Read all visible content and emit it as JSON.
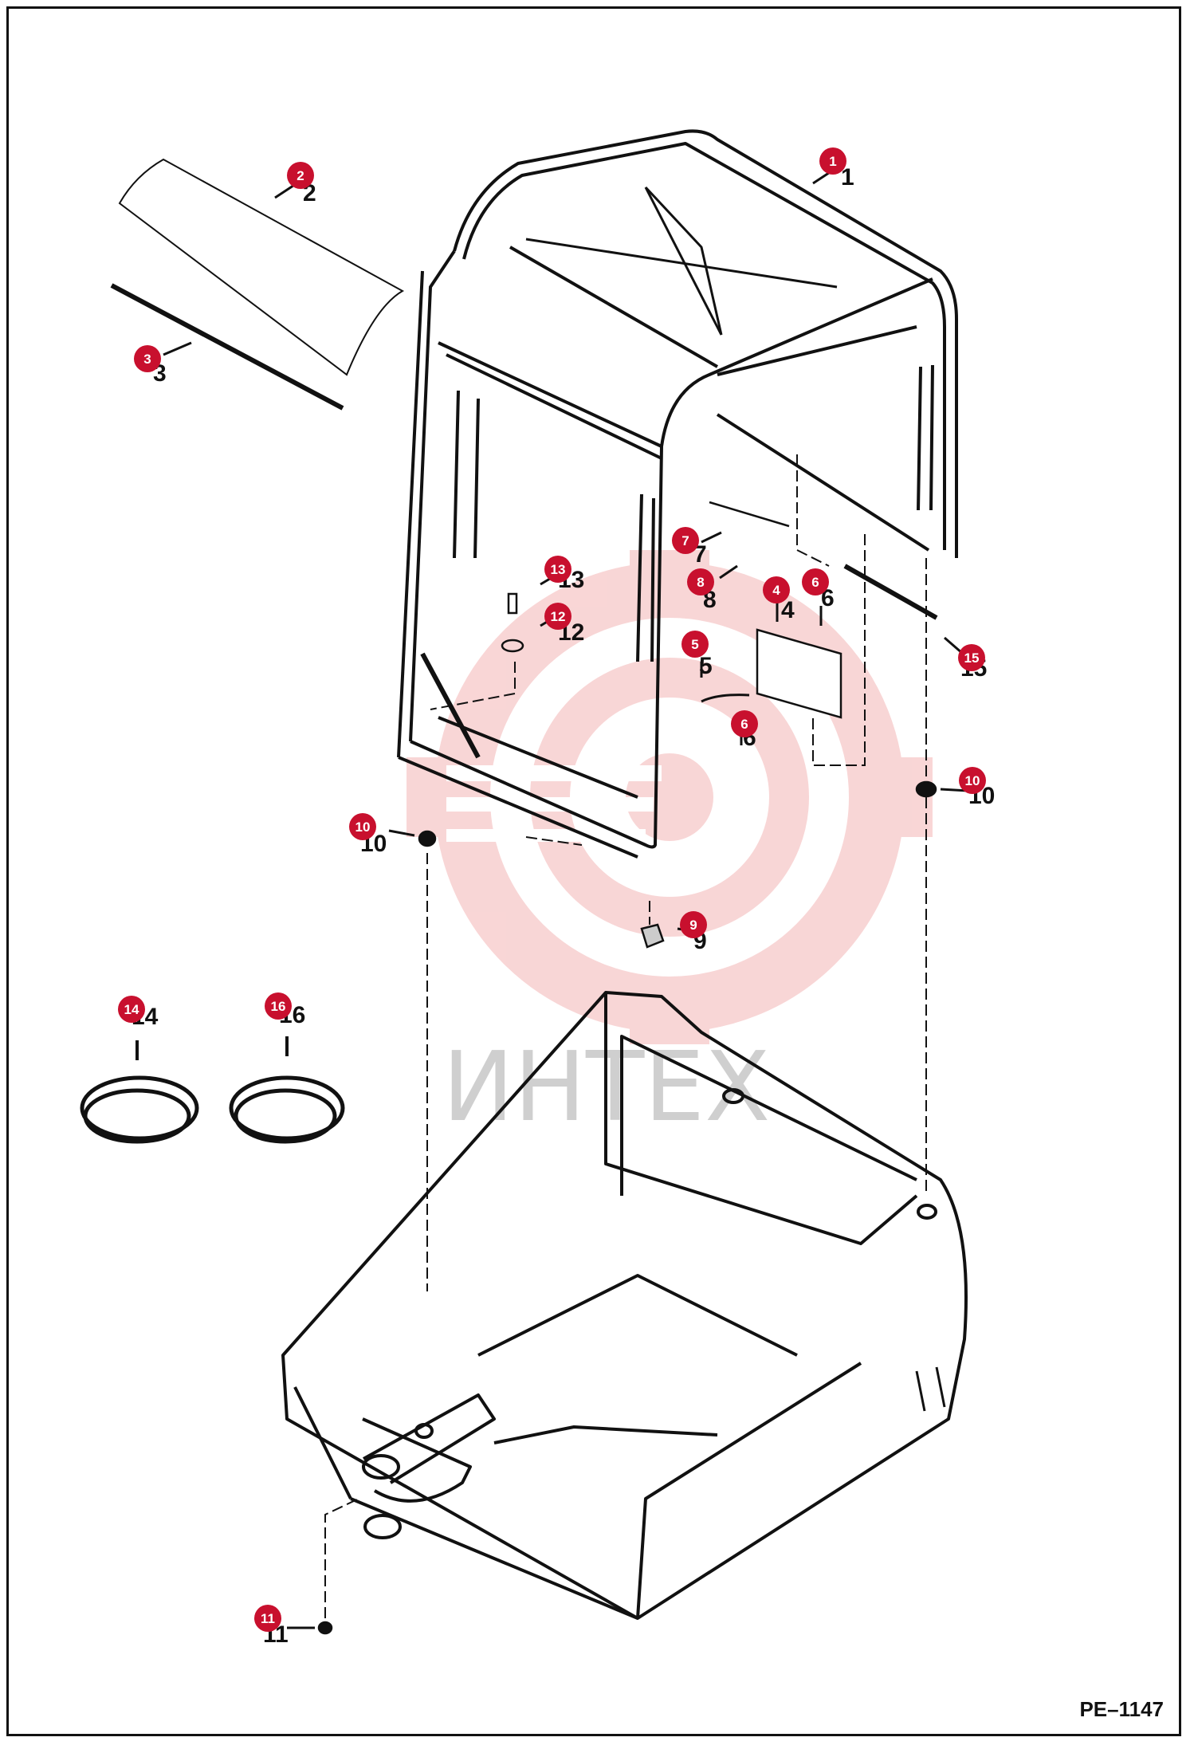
{
  "diagram": {
    "code": "PE–1147",
    "watermark_text": "ИНТЕХ",
    "accent_color": "#c8102e",
    "watermark_color": "#f4b5b5",
    "callouts": [
      {
        "id": "c1",
        "label": "1"
      },
      {
        "id": "c2",
        "label": "2"
      },
      {
        "id": "c3",
        "label": "3"
      },
      {
        "id": "c4",
        "label": "4"
      },
      {
        "id": "c5",
        "label": "5"
      },
      {
        "id": "c6a",
        "label": "6"
      },
      {
        "id": "c6b",
        "label": "6"
      },
      {
        "id": "c7",
        "label": "7"
      },
      {
        "id": "c8",
        "label": "8"
      },
      {
        "id": "c9",
        "label": "9"
      },
      {
        "id": "c10a",
        "label": "10"
      },
      {
        "id": "c10b",
        "label": "10"
      },
      {
        "id": "c11",
        "label": "11"
      },
      {
        "id": "c12",
        "label": "12"
      },
      {
        "id": "c13",
        "label": "13"
      },
      {
        "id": "c14",
        "label": "14"
      },
      {
        "id": "c15",
        "label": "15"
      },
      {
        "id": "c16",
        "label": "16"
      }
    ]
  }
}
